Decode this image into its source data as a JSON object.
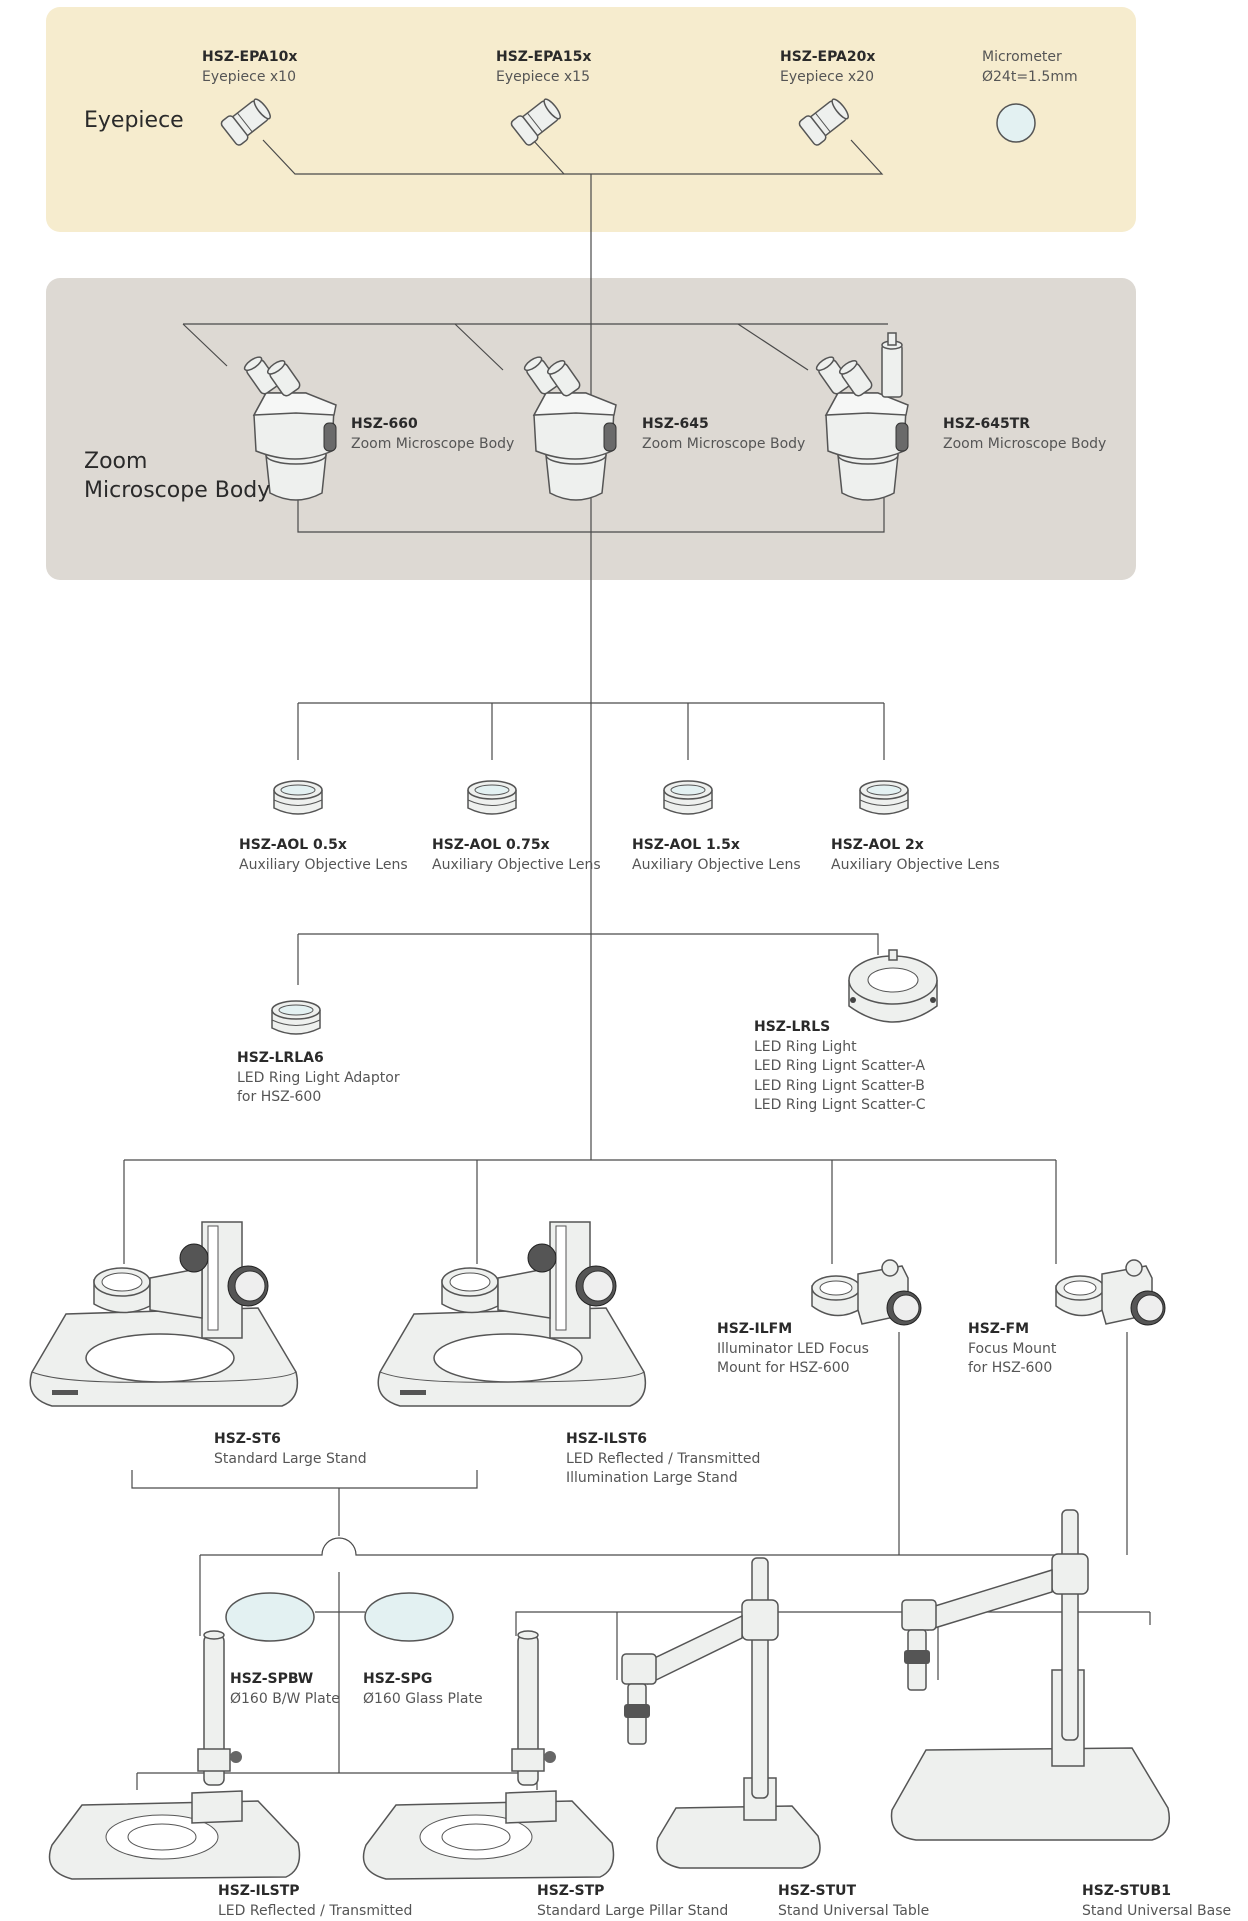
{
  "sections": {
    "eyepiece": {
      "title": "Eyepiece"
    },
    "zoom_body": {
      "title_line1": "Zoom",
      "title_line2": "Microscope Body"
    }
  },
  "colors": {
    "eyepiece_band": "#f6ecce",
    "body_band": "#ddd9d3",
    "line": "#4a4a4a",
    "part_fill": "#eef0ee",
    "part_stroke": "#555555",
    "accent_fill": "#e3f1f2"
  },
  "items": [
    {
      "id": "epa10",
      "code": "HSZ-EPA10x",
      "lines": [
        "Eyepiece x10"
      ],
      "icon": "eyepiece-icon"
    },
    {
      "id": "epa15",
      "code": "HSZ-EPA15x",
      "lines": [
        "Eyepiece x15"
      ],
      "icon": "eyepiece-icon"
    },
    {
      "id": "epa20",
      "code": "HSZ-EPA20x",
      "lines": [
        "Eyepiece x20"
      ],
      "icon": "eyepiece-icon"
    },
    {
      "id": "micrometer",
      "code": "",
      "lines": [
        "Micrometer",
        "Ø24t=1.5mm"
      ],
      "icon": "micrometer-disc-icon"
    },
    {
      "id": "hsz660",
      "code": "HSZ-660",
      "lines": [
        "Zoom Microscope Body"
      ],
      "icon": "microscope-body-icon"
    },
    {
      "id": "hsz645",
      "code": "HSZ-645",
      "lines": [
        "Zoom Microscope Body"
      ],
      "icon": "microscope-body-icon"
    },
    {
      "id": "hsz645tr",
      "code": "HSZ-645TR",
      "lines": [
        "Zoom Microscope Body"
      ],
      "icon": "trinocular-body-icon"
    },
    {
      "id": "aol05",
      "code": "HSZ-AOL 0.5x",
      "lines": [
        "Auxiliary Objective Lens"
      ],
      "icon": "objective-lens-icon"
    },
    {
      "id": "aol075",
      "code": "HSZ-AOL 0.75x",
      "lines": [
        "Auxiliary Objective Lens"
      ],
      "icon": "objective-lens-icon"
    },
    {
      "id": "aol15",
      "code": "HSZ-AOL 1.5x",
      "lines": [
        "Auxiliary Objective Lens"
      ],
      "icon": "objective-lens-icon"
    },
    {
      "id": "aol2",
      "code": "HSZ-AOL 2x",
      "lines": [
        "Auxiliary Objective Lens"
      ],
      "icon": "objective-lens-icon"
    },
    {
      "id": "lrla6",
      "code": "HSZ-LRLA6",
      "lines": [
        "LED Ring Light Adaptor",
        "for HSZ-600"
      ],
      "icon": "ring-adaptor-icon"
    },
    {
      "id": "lrls",
      "code": "HSZ-LRLS",
      "lines": [
        "LED Ring Light",
        "LED Ring Lignt Scatter-A",
        "LED Ring Lignt Scatter-B",
        "LED Ring Lignt Scatter-C"
      ],
      "icon": "ring-light-icon"
    },
    {
      "id": "ilfm",
      "code": "HSZ-ILFM",
      "lines": [
        "Illuminator LED Focus",
        "Mount for HSZ-600"
      ],
      "icon": "focus-mount-icon"
    },
    {
      "id": "fm",
      "code": "HSZ-FM",
      "lines": [
        "Focus Mount",
        "for HSZ-600"
      ],
      "icon": "focus-mount-icon"
    },
    {
      "id": "st6",
      "code": "HSZ-ST6",
      "lines": [
        "Standard Large Stand"
      ],
      "icon": "large-stand-icon"
    },
    {
      "id": "ilst6",
      "code": "HSZ-ILST6",
      "lines": [
        "LED Reflected / Transmitted",
        "Illumination Large Stand"
      ],
      "icon": "large-stand-icon"
    },
    {
      "id": "spbw",
      "code": "HSZ-SPBW",
      "lines": [
        "Ø160 B/W Plate"
      ],
      "icon": "stage-plate-icon"
    },
    {
      "id": "spg",
      "code": "HSZ-SPG",
      "lines": [
        "Ø160 Glass Plate"
      ],
      "icon": "glass-plate-icon"
    },
    {
      "id": "ilstp",
      "code": "HSZ-ILSTP",
      "lines": [
        "LED Reflected / Transmitted"
      ],
      "icon": "pillar-stand-icon"
    },
    {
      "id": "stp",
      "code": "HSZ-STP",
      "lines": [
        "Standard Large Pillar Stand"
      ],
      "icon": "pillar-stand-icon"
    },
    {
      "id": "stut",
      "code": "HSZ-STUT",
      "lines": [
        "Stand Universal Table"
      ],
      "icon": "boom-stand-icon"
    },
    {
      "id": "stub1",
      "code": "HSZ-STUB1",
      "lines": [
        "Stand Universal Base"
      ],
      "icon": "boom-stand-icon"
    }
  ]
}
